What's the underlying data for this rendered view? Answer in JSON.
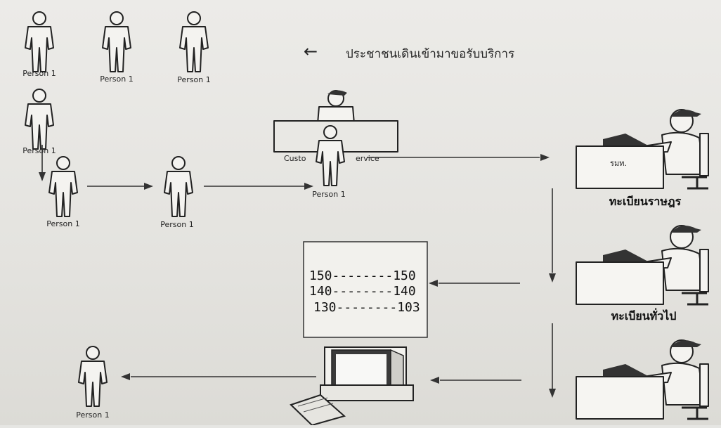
{
  "header": {
    "arrow_glyph": "←",
    "caption": "ประชาชนเดินเข้ามาขอรับบริการ"
  },
  "people": {
    "queue_labels": [
      "Person 1",
      "Person 1",
      "Person 1",
      "Person 1"
    ],
    "walking_labels": [
      "Person 1",
      "Person 1"
    ],
    "counter_label": "Person 1",
    "exit_label": "Person 1"
  },
  "counter": {
    "label_left": "Custo",
    "label_right": "ervice"
  },
  "desks": [
    {
      "paper_label": "รมท.",
      "label": "ทะเบียนราษฎร"
    },
    {
      "paper_label": "",
      "label": "ทะเบียนทั่วไป"
    },
    {
      "paper_label": "",
      "label": ""
    }
  ],
  "queue_board": {
    "rows": [
      {
        "left": "150",
        "dash": "--------",
        "right": "150"
      },
      {
        "left": "140",
        "dash": "--------",
        "right": "140"
      },
      {
        "left": "130",
        "dash": "--------",
        "right": "103"
      }
    ]
  }
}
